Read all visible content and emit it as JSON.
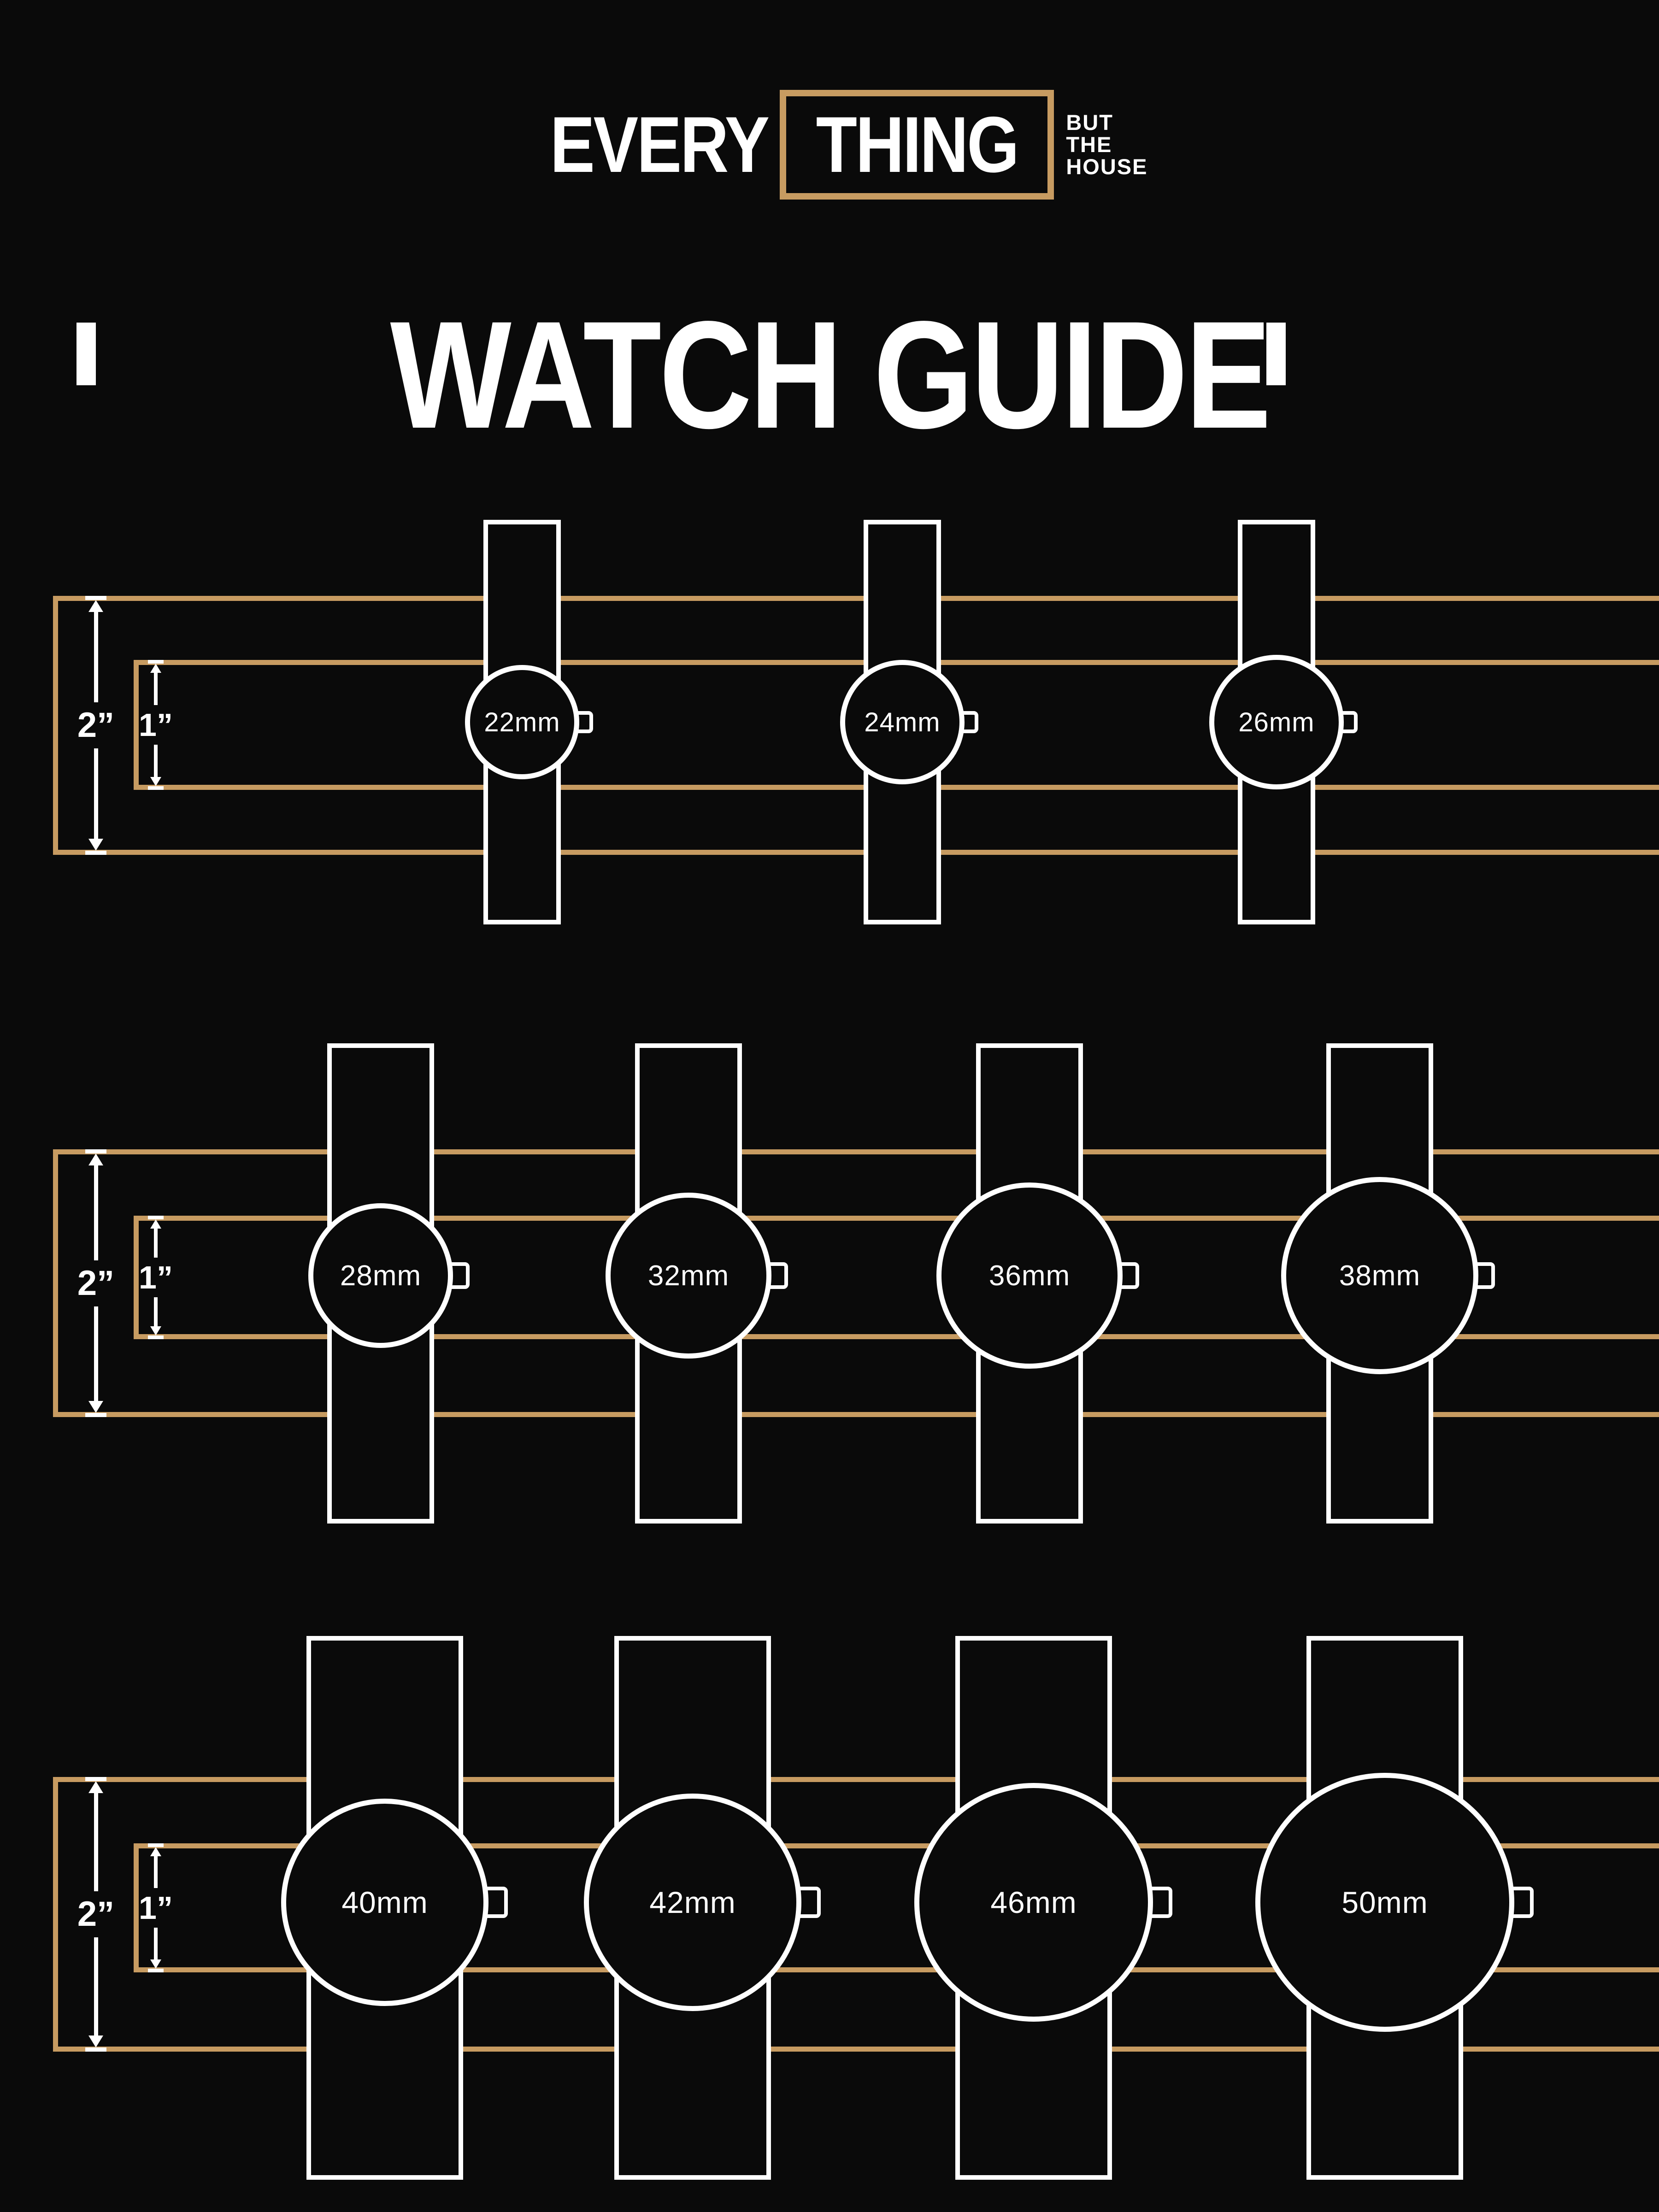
{
  "page": {
    "background": "#0a0a0a",
    "accent": "#C79B61",
    "foreground": "#ffffff"
  },
  "logo": {
    "word1": "EVERY",
    "word2": "THING",
    "tagline": [
      "BUT",
      "THE",
      "HOUSE"
    ]
  },
  "title": "WATCH GUIDE",
  "rows": [
    {
      "outer_label": "2”",
      "inner_label": "1”",
      "watches": [
        {
          "mm": 22,
          "label": "22mm"
        },
        {
          "mm": 24,
          "label": "24mm"
        },
        {
          "mm": 26,
          "label": "26mm"
        }
      ]
    },
    {
      "outer_label": "2”",
      "inner_label": "1”",
      "watches": [
        {
          "mm": 28,
          "label": "28mm"
        },
        {
          "mm": 32,
          "label": "32mm"
        },
        {
          "mm": 36,
          "label": "36mm"
        },
        {
          "mm": 38,
          "label": "38mm"
        }
      ]
    },
    {
      "outer_label": "2”",
      "inner_label": "1”",
      "watches": [
        {
          "mm": 40,
          "label": "40mm"
        },
        {
          "mm": 42,
          "label": "42mm"
        },
        {
          "mm": 46,
          "label": "46mm"
        },
        {
          "mm": 50,
          "label": "50mm"
        }
      ]
    }
  ]
}
